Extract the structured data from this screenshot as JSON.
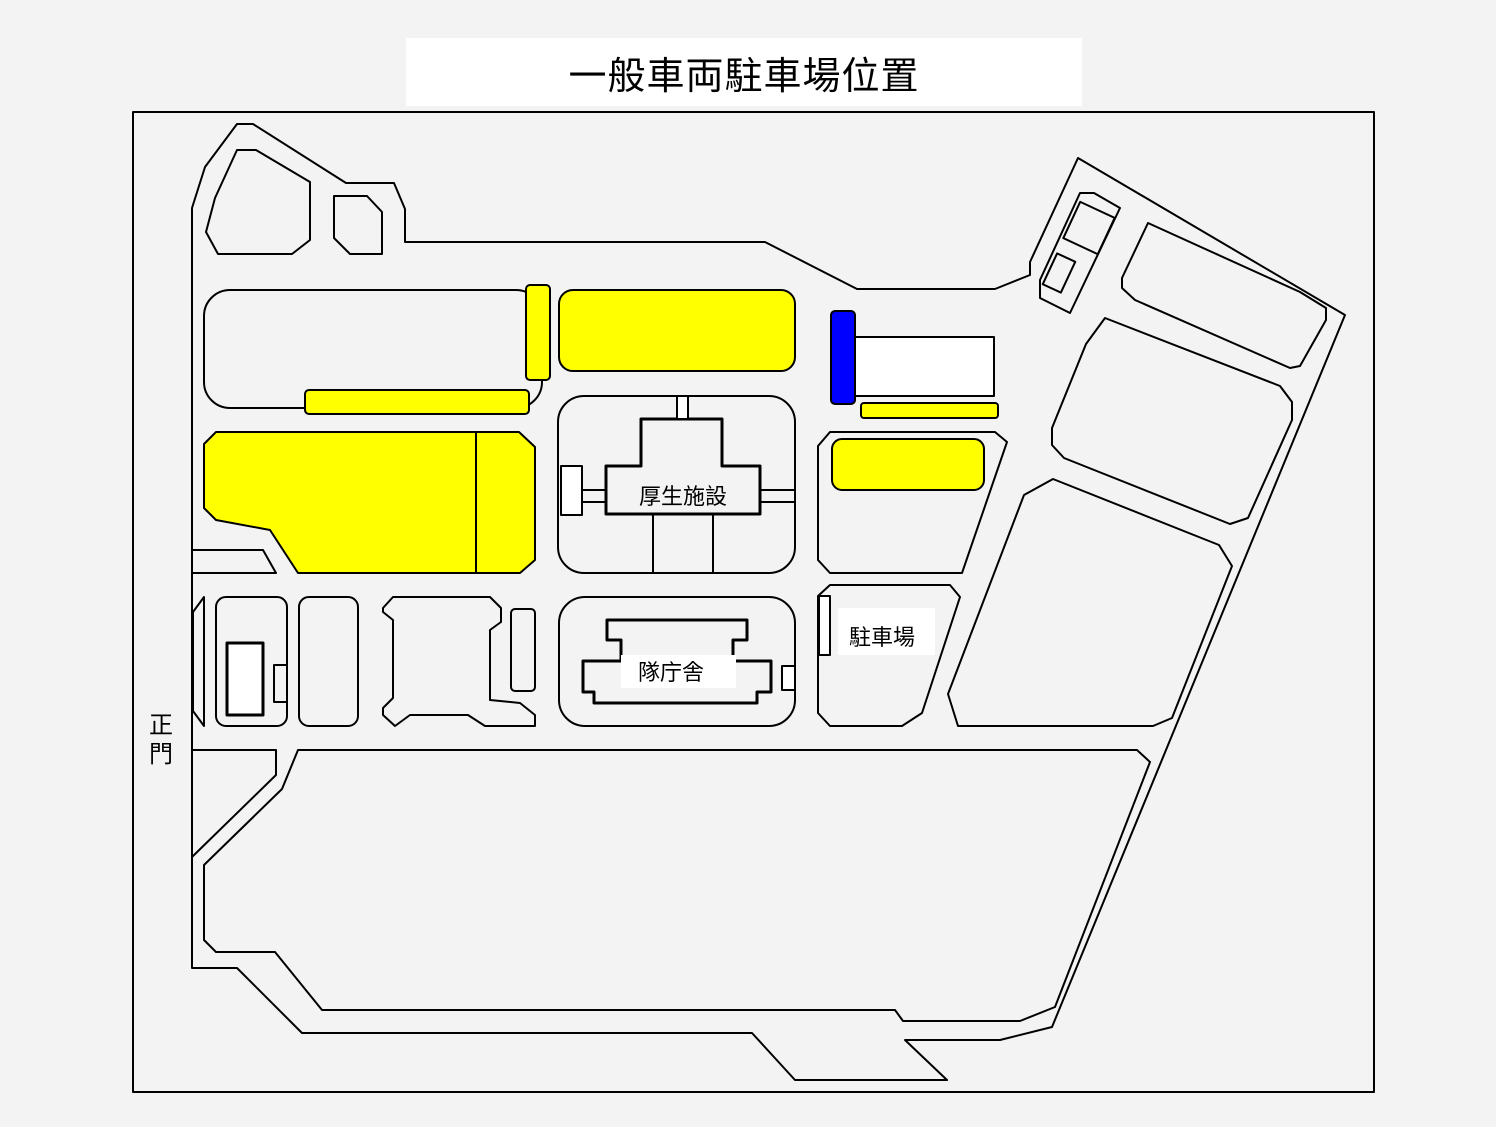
{
  "title": "一般車両駐車場位置",
  "labels": {
    "welfare": "厚生施設",
    "hq": "隊庁舎",
    "parking": "駐車場",
    "gate_1": "正",
    "gate_2": "門"
  },
  "colors": {
    "background": "#f3f3f3",
    "outline": "#000000",
    "parking_area": "#ffff00",
    "marked_area": "#0000ff",
    "label_box": "#ffffff"
  },
  "legend": []
}
